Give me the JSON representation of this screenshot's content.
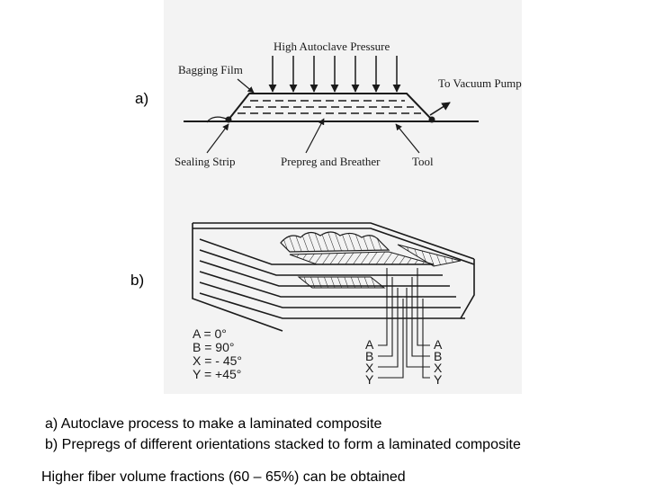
{
  "panel_a": {
    "label": "a)",
    "pressure_label": "High Autoclave Pressure",
    "bagging_film_label": "Bagging Film",
    "vacuum_label": "To Vacuum Pump",
    "sealing_strip_label": "Sealing Strip",
    "prepreg_label": "Prepreg and Breather",
    "tool_label": "Tool"
  },
  "panel_b": {
    "label": "b)",
    "legend": [
      "A = 0°",
      "B = 90°",
      "X = - 45°",
      "Y = +45°"
    ],
    "ply_letters_left": [
      "A",
      "B",
      "X",
      "Y"
    ],
    "ply_letters_right": [
      "A",
      "B",
      "X",
      "Y"
    ]
  },
  "captions": {
    "line_a": "a) Autoclave process to make a laminated composite",
    "line_b": "b) Prepregs of different orientations stacked to form a laminated composite",
    "line_c": "Higher fiber volume fractions (60 – 65%) can be obtained"
  },
  "colors": {
    "ink": "#1a1a1a",
    "scan_background": "#f3f3f3"
  }
}
